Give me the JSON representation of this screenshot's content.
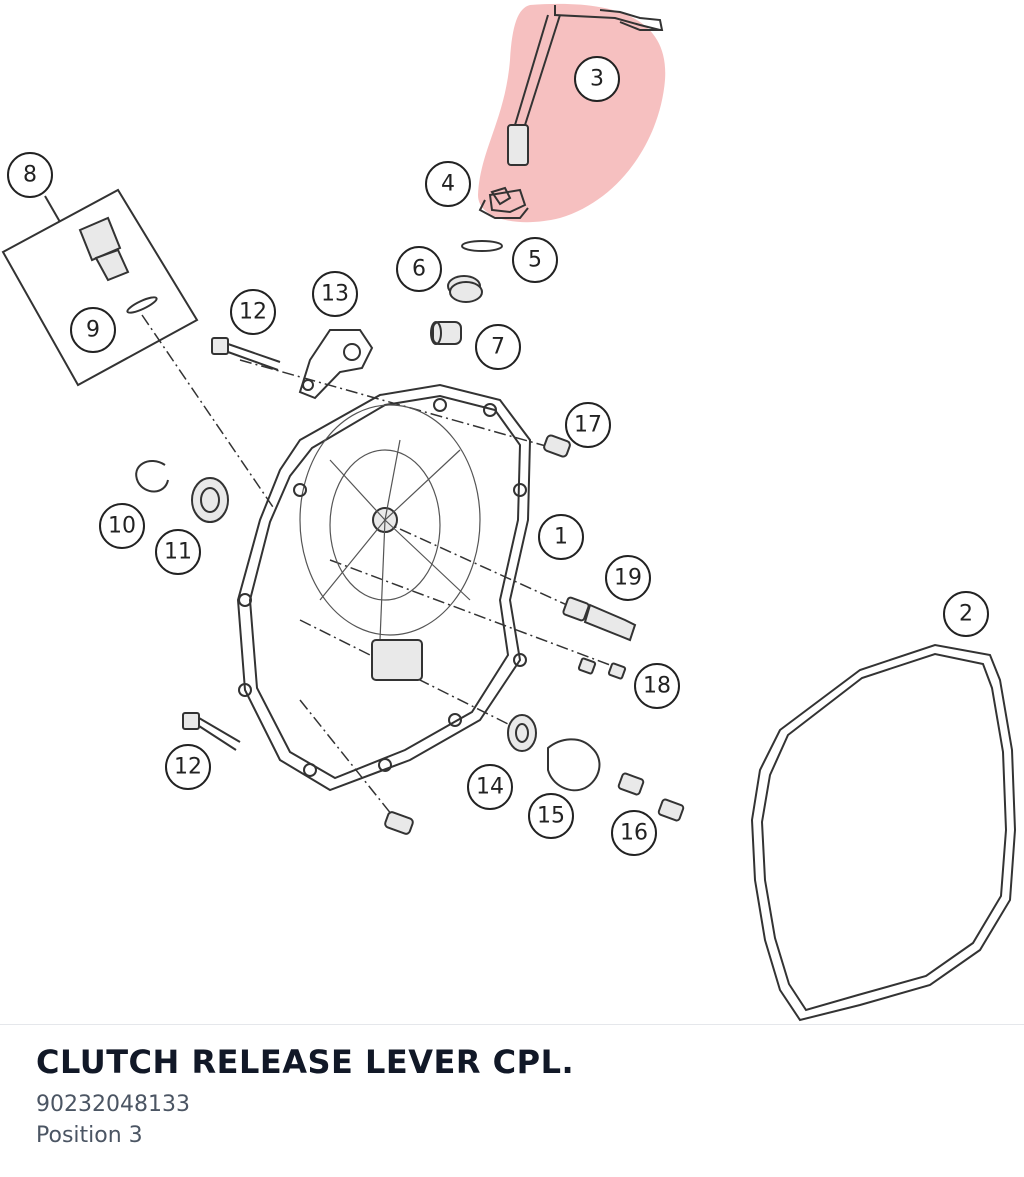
{
  "part": {
    "name": "CLUTCH RELEASE LEVER CPL.",
    "number": "90232048133",
    "position": "Position 3"
  },
  "highlight_color": "#f5b5b5",
  "callouts": [
    "1",
    "2",
    "3",
    "4",
    "5",
    "6",
    "7",
    "8",
    "9",
    "10",
    "11",
    "12",
    "12",
    "13",
    "14",
    "15",
    "16",
    "17",
    "18",
    "19"
  ],
  "selected_callout": "3"
}
